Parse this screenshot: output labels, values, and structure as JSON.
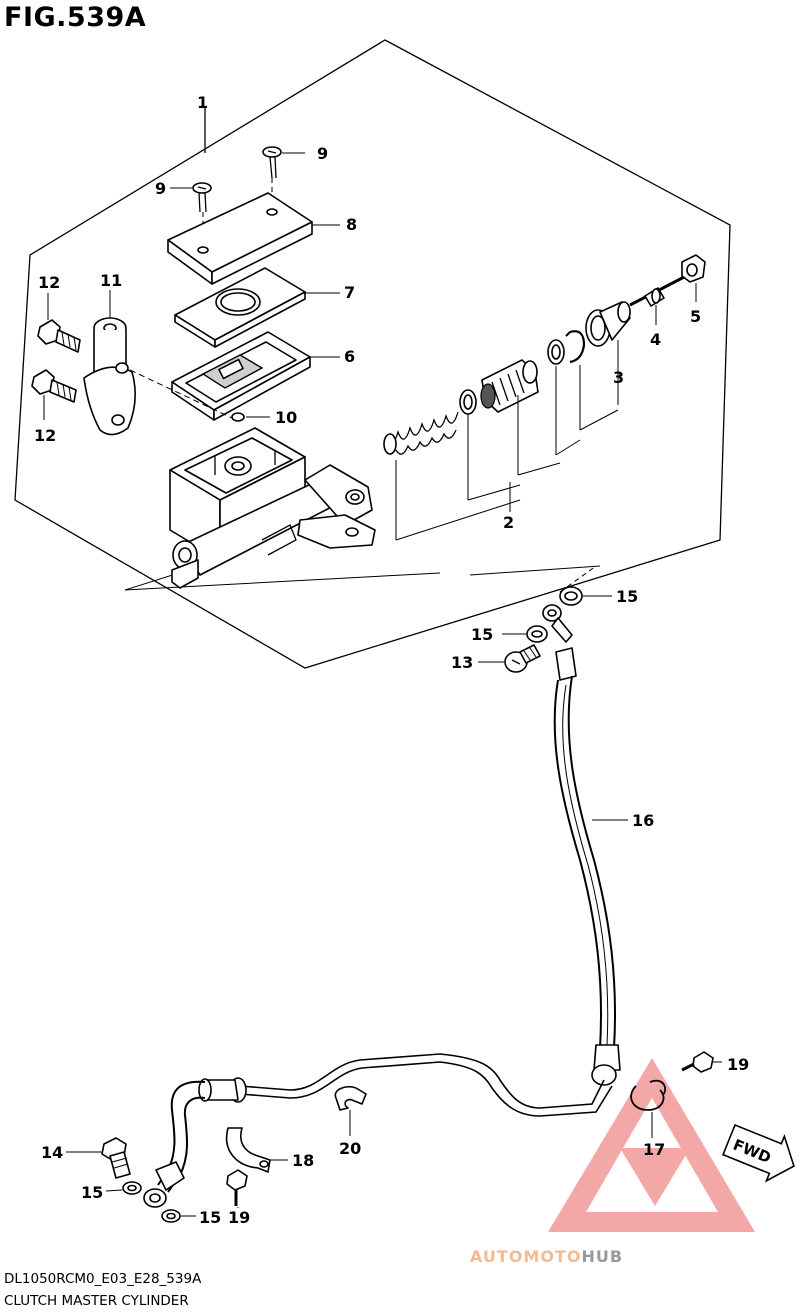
{
  "figure": {
    "title": "FIG.539A",
    "code": "DL1050RCM0_E03_E28_539A",
    "name": "CLUTCH MASTER CYLINDER",
    "direction_badge": "FWD"
  },
  "watermark": {
    "brand_part1": "AUTO",
    "brand_part2": "MOTO",
    "brand_part3": "HUB",
    "colors": {
      "triangle": "#f08a8a",
      "auto": "#f7b98a",
      "moto": "#f7b98a",
      "hub": "#8a8a8a"
    }
  },
  "callouts": [
    {
      "id": "c1",
      "label": "1"
    },
    {
      "id": "c2",
      "label": "2"
    },
    {
      "id": "c3",
      "label": "3"
    },
    {
      "id": "c4",
      "label": "4"
    },
    {
      "id": "c5",
      "label": "5"
    },
    {
      "id": "c6",
      "label": "6"
    },
    {
      "id": "c7",
      "label": "7"
    },
    {
      "id": "c8",
      "label": "8"
    },
    {
      "id": "c9a",
      "label": "9"
    },
    {
      "id": "c9b",
      "label": "9"
    },
    {
      "id": "c10",
      "label": "10"
    },
    {
      "id": "c11",
      "label": "11"
    },
    {
      "id": "c12a",
      "label": "12"
    },
    {
      "id": "c12b",
      "label": "12"
    },
    {
      "id": "c13",
      "label": "13"
    },
    {
      "id": "c14",
      "label": "14"
    },
    {
      "id": "c15a",
      "label": "15"
    },
    {
      "id": "c15b",
      "label": "15"
    },
    {
      "id": "c15c",
      "label": "15"
    },
    {
      "id": "c15d",
      "label": "15"
    },
    {
      "id": "c16",
      "label": "16"
    },
    {
      "id": "c17",
      "label": "17"
    },
    {
      "id": "c18",
      "label": "18"
    },
    {
      "id": "c19a",
      "label": "19"
    },
    {
      "id": "c19b",
      "label": "19"
    },
    {
      "id": "c20",
      "label": "20"
    }
  ]
}
